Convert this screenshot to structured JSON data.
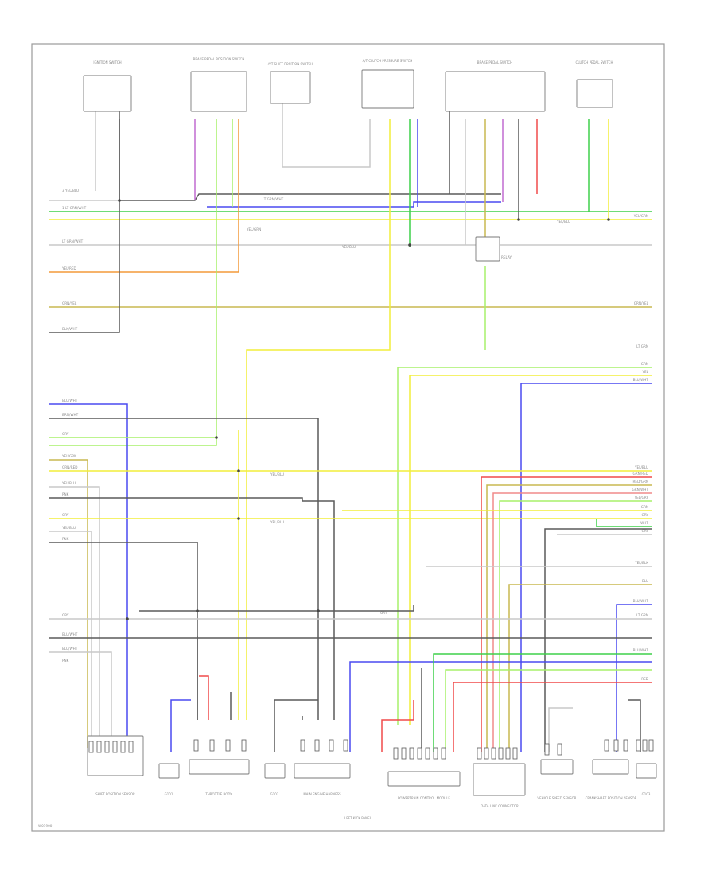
{
  "diagram": {
    "page_code": "W01900",
    "colors": {
      "green": "#3fd14a",
      "yellow": "#f2ee3a",
      "lightgreen": "#a7f06a",
      "orange": "#f39a3a",
      "blue": "#4a4af0",
      "gray": "#8a8a8a",
      "darkgray": "#5a5a5a",
      "red": "#f04a4a",
      "pink": "#f08a8a",
      "purple": "#c06ad0",
      "khaki": "#c8b850",
      "ltgray": "#c9c9c9"
    },
    "left_labels": [
      {
        "id": "l1",
        "text": "3 YEL/BLU"
      },
      {
        "id": "l2",
        "text": "1 LT GRN/WHT"
      },
      {
        "id": "l3",
        "text": "LT GRN/WHT"
      },
      {
        "id": "l4",
        "text": "YEL/RED"
      },
      {
        "id": "l5",
        "text": "GRN/YEL"
      },
      {
        "id": "l6",
        "text": "BLK/WHT"
      },
      {
        "id": "l7",
        "text": "BLU/WHT"
      },
      {
        "id": "l8",
        "text": "BRN/WHT"
      },
      {
        "id": "l9",
        "text": "GRY"
      },
      {
        "id": "l10",
        "text": "YEL/GRN"
      },
      {
        "id": "l11",
        "text": "GRN/RED"
      },
      {
        "id": "l12",
        "text": "YEL/BLU"
      },
      {
        "id": "l13",
        "text": "PNK"
      },
      {
        "id": "l14",
        "text": "GRY"
      },
      {
        "id": "l15",
        "text": "YEL/BLU"
      },
      {
        "id": "l16",
        "text": "PNK"
      },
      {
        "id": "l17",
        "text": "GRY"
      },
      {
        "id": "l18",
        "text": "BLU/WHT"
      },
      {
        "id": "l19",
        "text": "BLU/WHT"
      },
      {
        "id": "l20",
        "text": "PNK"
      }
    ],
    "right_labels": [
      {
        "id": "r1",
        "text": "YEL/GRN"
      },
      {
        "id": "r2",
        "text": "GRN/YEL"
      },
      {
        "id": "r3",
        "text": "LT GRN"
      },
      {
        "id": "r4",
        "text": "GRN"
      },
      {
        "id": "r5",
        "text": "YEL"
      },
      {
        "id": "r6",
        "text": "BLU/WHT"
      },
      {
        "id": "r7",
        "text": "YEL/BLU"
      },
      {
        "id": "r8",
        "text": "GRN/RED"
      },
      {
        "id": "r9",
        "text": "RED/GRN"
      },
      {
        "id": "r10",
        "text": "GRN/WHT"
      },
      {
        "id": "r11",
        "text": "YEL/GRY"
      },
      {
        "id": "r12",
        "text": "GRN"
      },
      {
        "id": "r13",
        "text": "GRY"
      },
      {
        "id": "r14",
        "text": "WHT"
      },
      {
        "id": "r15",
        "text": "GRY"
      },
      {
        "id": "r16",
        "text": "YEL/BLK"
      },
      {
        "id": "r17",
        "text": "BLU"
      },
      {
        "id": "r18",
        "text": "BLU/WHT"
      },
      {
        "id": "r19",
        "text": "LT GRN"
      },
      {
        "id": "r20",
        "text": "BLU/WHT"
      },
      {
        "id": "r21",
        "text": "RED"
      }
    ],
    "top_components": [
      {
        "id": "t1",
        "text": "IGNITION SWITCH"
      },
      {
        "id": "t2",
        "text": "BRAKE PEDAL POSITION SWITCH"
      },
      {
        "id": "t3",
        "text": "A/T SHIFT POSITION SWITCH"
      },
      {
        "id": "t4",
        "text": "A/T CLUTCH PRESSURE SWITCH"
      },
      {
        "id": "t5",
        "text": "BRAKE PEDAL SWITCH"
      },
      {
        "id": "t6",
        "text": "CLUTCH PEDAL SWITCH"
      }
    ],
    "bottom_components": [
      {
        "id": "b1",
        "text": "SHIFT POSITION SENSOR"
      },
      {
        "id": "b2",
        "text": "G101"
      },
      {
        "id": "b3",
        "text": "THROTTLE BODY"
      },
      {
        "id": "b4",
        "text": "G102"
      },
      {
        "id": "b5",
        "text": "MAIN ENGINE HARNESS"
      },
      {
        "id": "b6",
        "text": "LEFT KICK PANEL"
      },
      {
        "id": "b7",
        "text": "POWERTRAIN CONTROL MODULE"
      },
      {
        "id": "b8",
        "text": "DATA LINK CONNECTOR"
      },
      {
        "id": "b9",
        "text": "VEHICLE SPEED SENSOR"
      },
      {
        "id": "b10",
        "text": "CRANKSHAFT POSITION SENSOR"
      },
      {
        "id": "b11",
        "text": "G103"
      }
    ],
    "mid_labels": [
      {
        "id": "m1",
        "text": "YEL/BLU"
      },
      {
        "id": "m2",
        "text": "YEL/BLU"
      },
      {
        "id": "m3",
        "text": "YEL/GRN"
      },
      {
        "id": "m4",
        "text": "YEL/BLU"
      },
      {
        "id": "m5",
        "text": "LT GRN/WHT"
      },
      {
        "id": "m6",
        "text": "YEL/BLU"
      },
      {
        "id": "m7",
        "text": "RELAY"
      },
      {
        "id": "m8",
        "text": "GRY"
      }
    ]
  }
}
